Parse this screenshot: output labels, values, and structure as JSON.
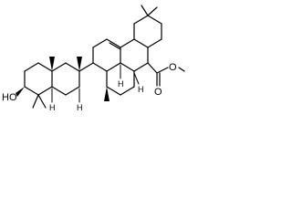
{
  "structure": {
    "kind": "skeletal-formula",
    "hydroxyl_label": "HO",
    "ester_oxygen_carbonyl": "O",
    "ester_oxygen_ether": "O",
    "stereo_h_labels": [
      "H",
      "H",
      "H",
      "H"
    ]
  },
  "colors": {
    "ink": "#000000",
    "background": "#ffffff"
  }
}
